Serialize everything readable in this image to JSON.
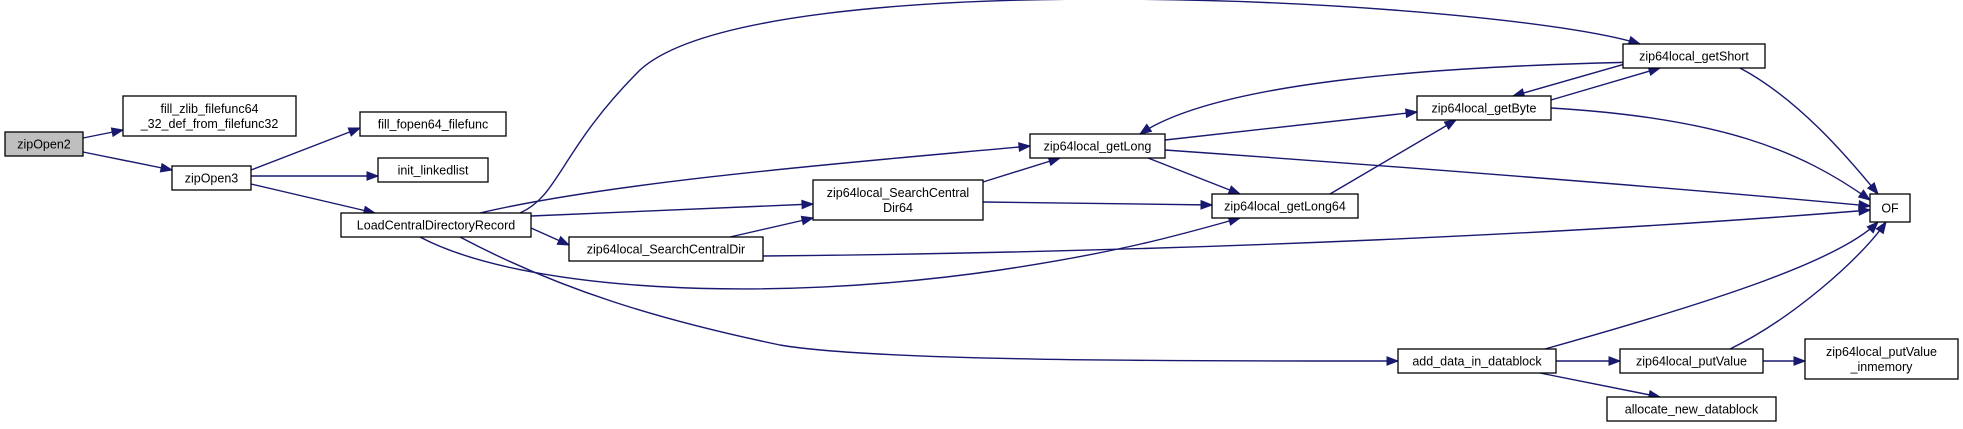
{
  "colors": {
    "node_fill": "#ffffff",
    "root_fill": "#bfbfbf",
    "node_border": "#000000",
    "edge": "#191970"
  },
  "nodes": {
    "zipOpen2": {
      "lines": [
        "zipOpen2"
      ]
    },
    "fill_zlib": {
      "lines": [
        "fill_zlib_filefunc64",
        "_32_def_from_filefunc32"
      ]
    },
    "zipOpen3": {
      "lines": [
        "zipOpen3"
      ]
    },
    "fill_fopen64": {
      "lines": [
        "fill_fopen64_filefunc"
      ]
    },
    "init_linkedlist": {
      "lines": [
        "init_linkedlist"
      ]
    },
    "LoadCentralDirectoryRecord": {
      "lines": [
        "LoadCentralDirectoryRecord"
      ]
    },
    "SearchCentralDir64": {
      "lines": [
        "zip64local_SearchCentral",
        "Dir64"
      ]
    },
    "SearchCentralDir": {
      "lines": [
        "zip64local_SearchCentralDir"
      ]
    },
    "getLong": {
      "lines": [
        "zip64local_getLong"
      ]
    },
    "getLong64": {
      "lines": [
        "zip64local_getLong64"
      ]
    },
    "getByte": {
      "lines": [
        "zip64local_getByte"
      ]
    },
    "getShort": {
      "lines": [
        "zip64local_getShort"
      ]
    },
    "OF": {
      "lines": [
        "OF"
      ]
    },
    "add_data_in_datablock": {
      "lines": [
        "add_data_in_datablock"
      ]
    },
    "putValue": {
      "lines": [
        "zip64local_putValue"
      ]
    },
    "putValue_inmemory": {
      "lines": [
        "zip64local_putValue",
        "_inmemory"
      ]
    },
    "allocate_new_datablock": {
      "lines": [
        "allocate_new_datablock"
      ]
    }
  }
}
